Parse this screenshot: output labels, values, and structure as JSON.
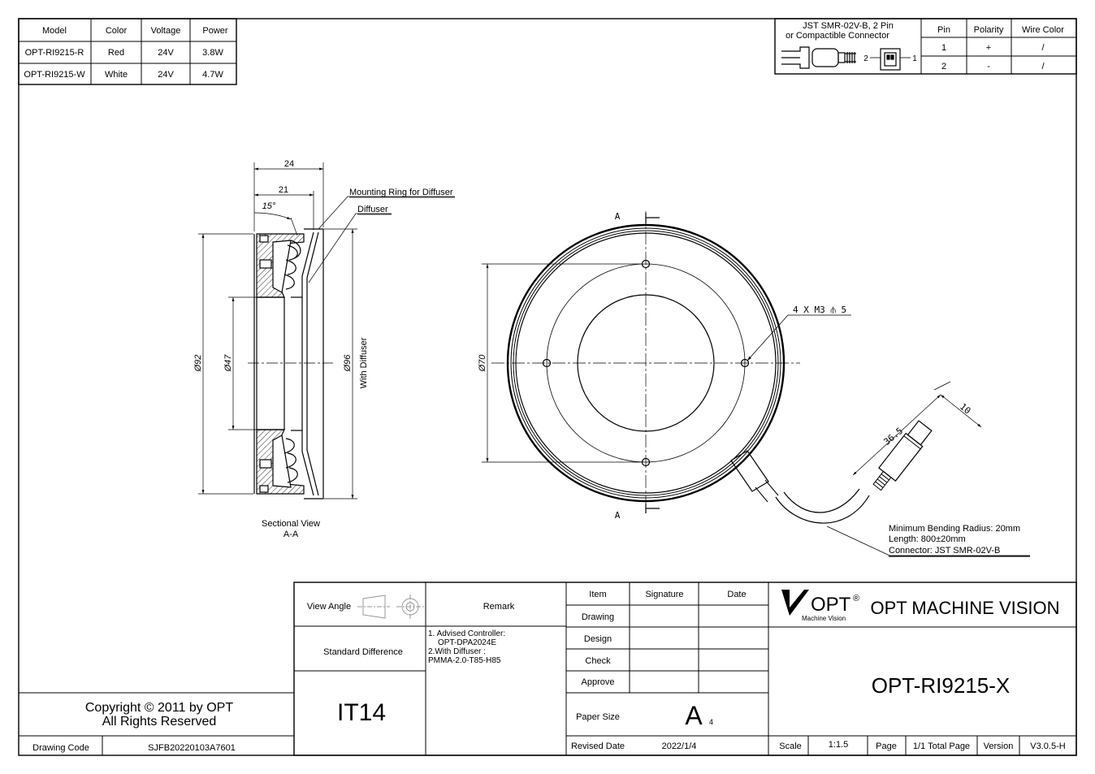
{
  "model_table": {
    "headers": [
      "Model",
      "Color",
      "Voltage",
      "Power"
    ],
    "rows": [
      [
        "OPT-RI9215-R",
        "Red",
        "24V",
        "3.8W"
      ],
      [
        "OPT-RI9215-W",
        "White",
        "24V",
        "4.7W"
      ]
    ]
  },
  "connector_table": {
    "title_line1": "JST SMR-02V-B, 2 Pin",
    "title_line2": "or Compactible Connector",
    "pin_label_2": "2",
    "pin_label_1": "1",
    "headers": [
      "Pin",
      "Polarity",
      "Wire Color"
    ],
    "rows": [
      [
        "1",
        "+",
        "/"
      ],
      [
        "2",
        "-",
        "/"
      ]
    ]
  },
  "section_view": {
    "dim_24": "24",
    "dim_21": "21",
    "angle_15": "15°",
    "mounting_ring_label": "Mounting Ring for Diffuser",
    "diffuser_label": "Diffuser",
    "phi92": "Ø92",
    "phi47": "Ø47",
    "phi96": "Ø96",
    "with_diffuser": "With Diffuser",
    "caption_line1": "Sectional View",
    "caption_line2": "A-A"
  },
  "front_view": {
    "section_mark_top": "A",
    "section_mark_bottom": "A",
    "phi70": "Ø70",
    "holes_callout": "4 X M3 ⫛ 5",
    "dim_36_5": "36.5",
    "dim_10": "10",
    "cable_note_1": "Minimum Bending Radius: 20mm",
    "cable_note_2": "Length: 800±20mm",
    "cable_note_3": "Connector: JST SMR-02V-B"
  },
  "title_block": {
    "view_angle": "View Angle",
    "remark": "Remark",
    "standard_difference": "Standard Difference",
    "remark_text_1": "1. Advised Controller:",
    "remark_text_2": "   OPT-DPA2024E",
    "remark_text_3": "2.With Diffuser :",
    "remark_text_4": "PMMA-2.0-T85-H85",
    "tolerance": "IT14",
    "item": "Item",
    "signature": "Signature",
    "date": "Date",
    "drawing": "Drawing",
    "design": "Design",
    "check": "Check",
    "approve": "Approve",
    "paper_size_label": "Paper Size",
    "paper_size_value": "A",
    "paper_size_sub": "4",
    "revised_date_label": "Revised Date",
    "revised_date_value": "2022/1/4",
    "logo_text": "OPT",
    "logo_reg": "®",
    "logo_sub": "Machine Vision",
    "company": "OPT MACHINE VISION",
    "part_number": "OPT-RI9215-X",
    "scale_label": "Scale",
    "scale_value": "1:1.5",
    "page_label": "Page",
    "page_value": "1/1 Total Page",
    "version_label": "Version",
    "version_value": "V3.0.5-H",
    "copyright_1": "Copyright © 2011 by OPT",
    "copyright_2": "All Rights Reserved",
    "drawing_code_label": "Drawing Code",
    "drawing_code_value": "SJFB20220103A7601"
  }
}
